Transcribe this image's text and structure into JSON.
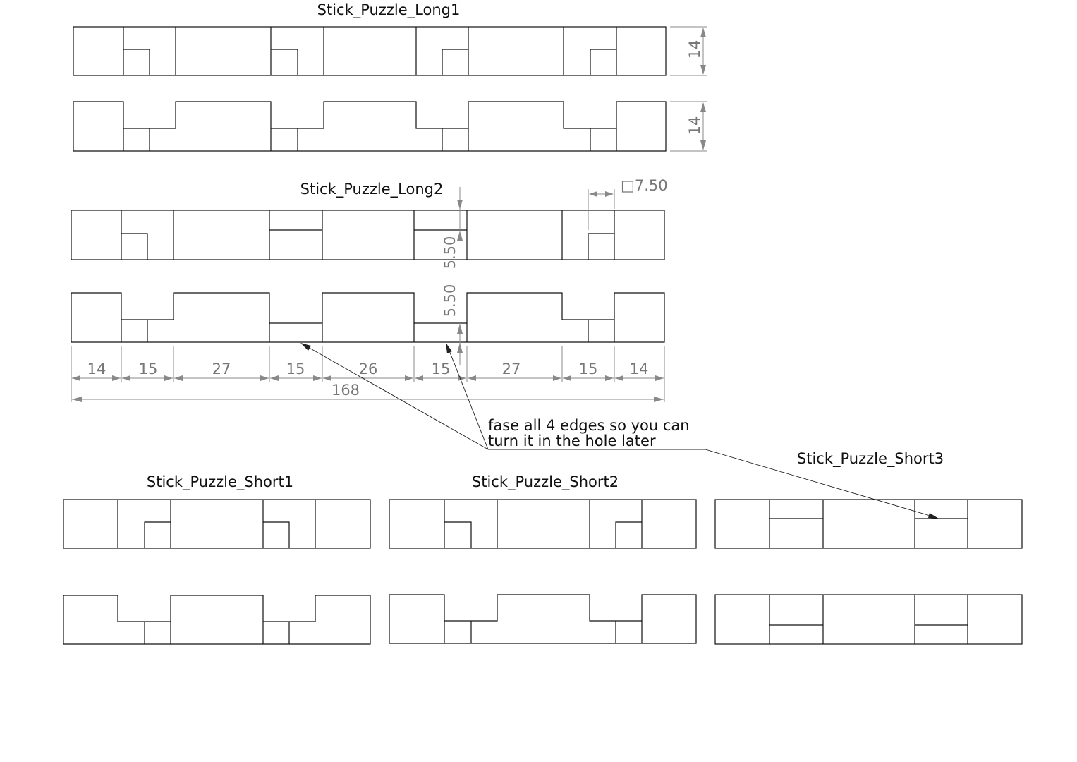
{
  "titles": {
    "long1": "Stick_Puzzle_Long1",
    "long2": "Stick_Puzzle_Long2",
    "short1": "Stick_Puzzle_Short1",
    "short2": "Stick_Puzzle_Short2",
    "short3": "Stick_Puzzle_Short3"
  },
  "dimensions": {
    "height_top": "14",
    "height_bottom": "14",
    "square": "□7.50",
    "depth_top": "5.50",
    "depth_bottom": "5.50",
    "seg_1": "14",
    "seg_2": "15",
    "seg_3": "27",
    "seg_4": "15",
    "seg_5": "26",
    "seg_6": "15",
    "seg_7": "27",
    "seg_8": "15",
    "seg_9": "14",
    "overall": "168"
  },
  "note": {
    "line1": "fase all 4 edges so you can",
    "line2": "turn it in the hole later"
  }
}
